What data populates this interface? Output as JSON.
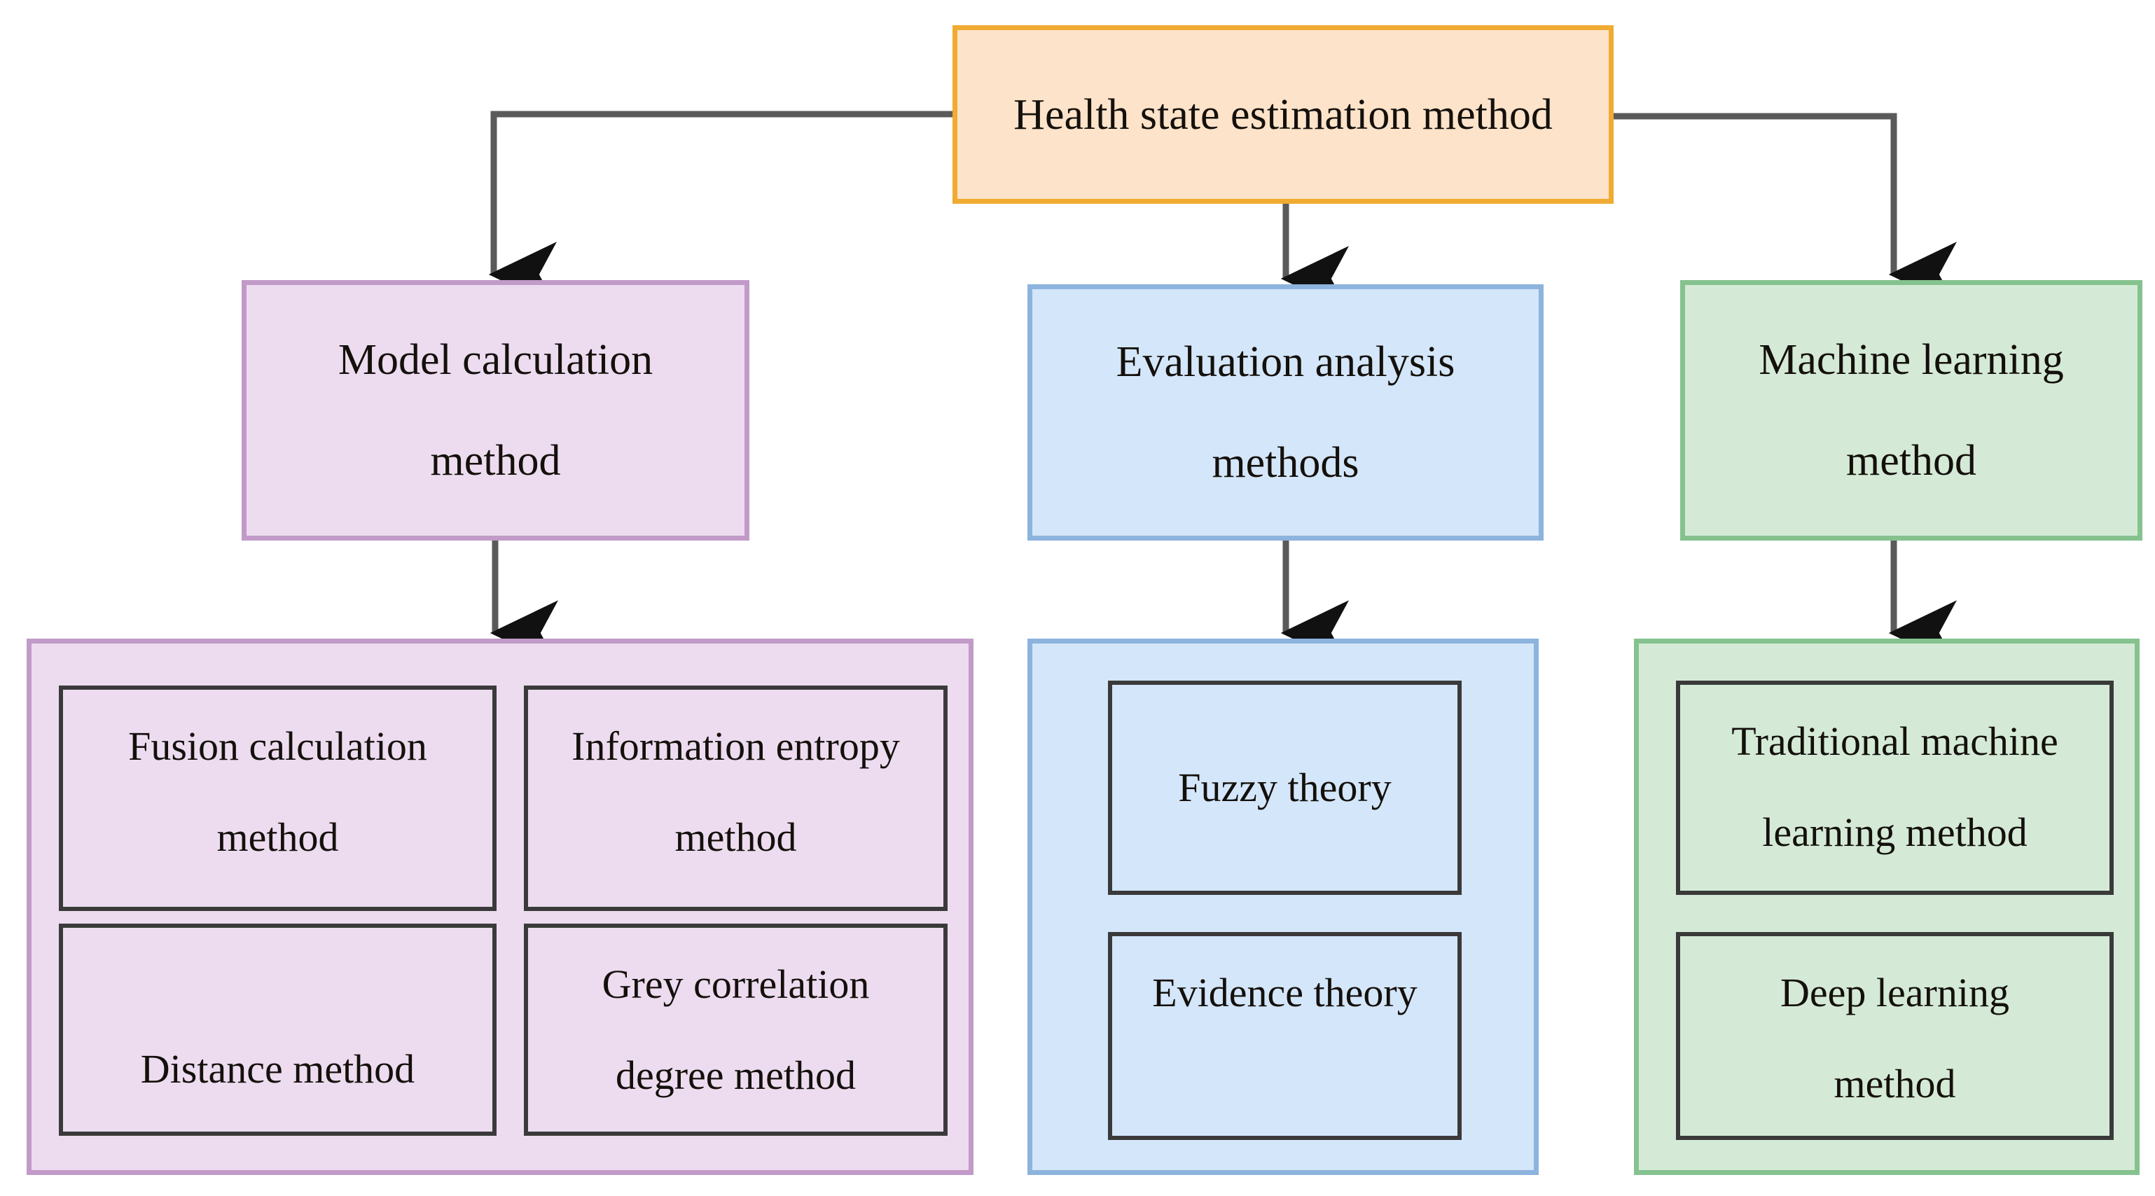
{
  "diagram": {
    "title_node": {
      "label": "Health state estimation method",
      "fill": "#fce3c9",
      "border": "#f0ab33"
    },
    "branches": [
      {
        "id": "model",
        "label_lines": [
          "Model calculation",
          "method"
        ],
        "fill": "#eddcef",
        "border": "#c19ac8",
        "children": [
          {
            "label_lines": [
              "Fusion calculation",
              "method"
            ]
          },
          {
            "label_lines": [
              "Information entropy",
              "method"
            ]
          },
          {
            "label_lines": [
              "Distance method"
            ]
          },
          {
            "label_lines": [
              "Grey correlation",
              "degree method"
            ]
          }
        ]
      },
      {
        "id": "evaluation",
        "label_lines": [
          "Evaluation analysis",
          "methods"
        ],
        "fill": "#d4e6f9",
        "border": "#8cb4dd",
        "children": [
          {
            "label_lines": [
              "Fuzzy theory"
            ]
          },
          {
            "label_lines": [
              "Evidence theory"
            ]
          }
        ]
      },
      {
        "id": "machine-learning",
        "label_lines": [
          "Machine learning",
          "method"
        ],
        "fill": "#d4ead6",
        "border": "#85c28f",
        "children": [
          {
            "label_lines": [
              "Traditional machine",
              "learning method"
            ]
          },
          {
            "label_lines": [
              "Deep learning",
              "method"
            ]
          }
        ]
      }
    ],
    "connector_color": "#5a5a5a",
    "arrowhead_color": "#111111",
    "leaf_border_color": "#3a3a3a"
  }
}
